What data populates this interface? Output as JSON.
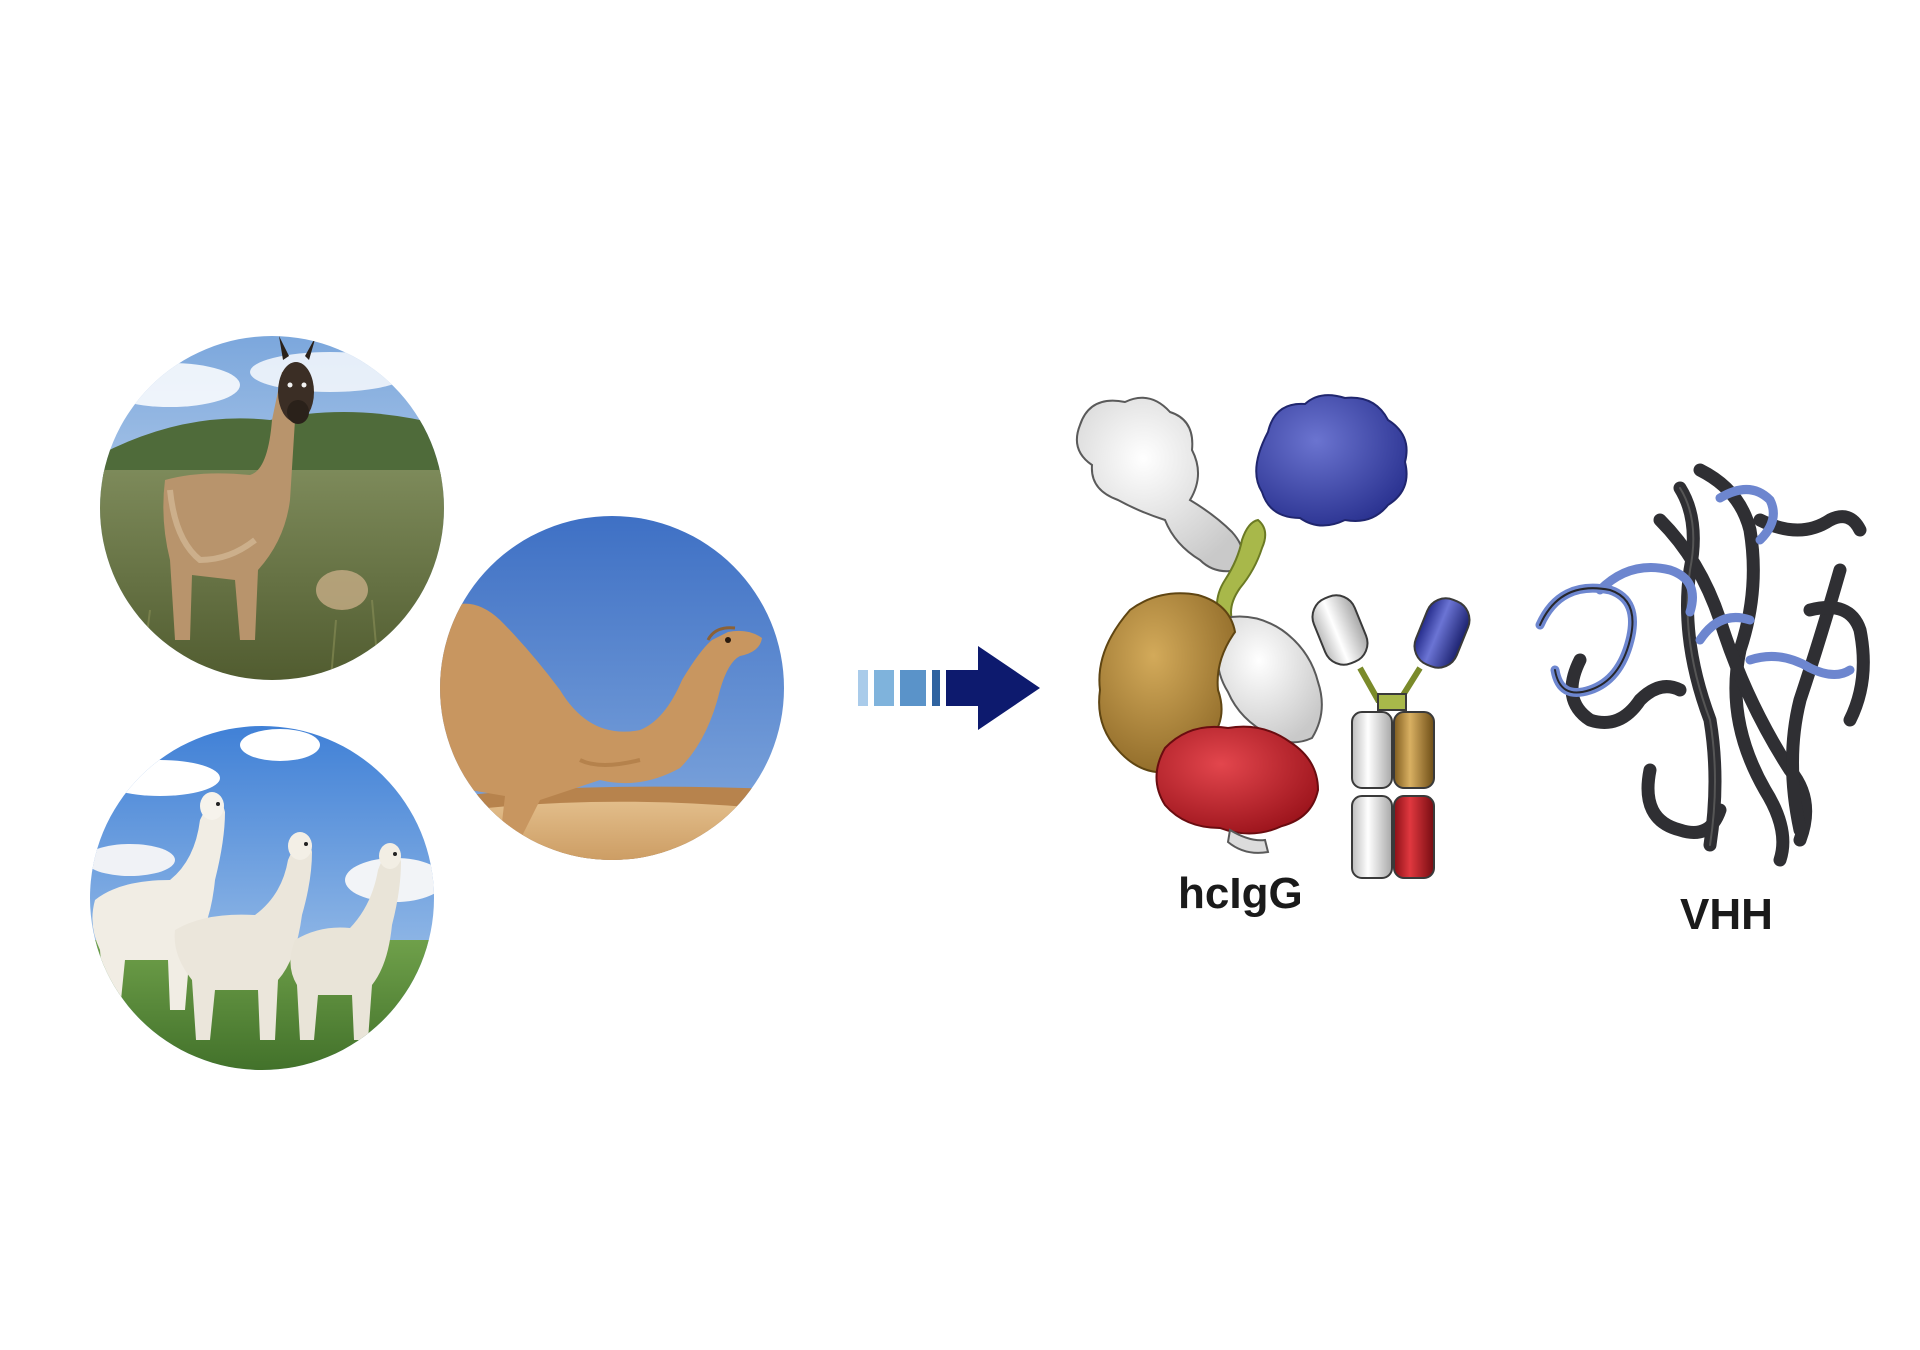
{
  "labels": {
    "hcigg": "hcIgG",
    "vhh": "VHH"
  },
  "colors": {
    "arrow_dark": "#0d1a6e",
    "arrow_step_1": "#7fb3dc",
    "arrow_step_2": "#5a93c9",
    "arrow_step_3": "#2f63a0",
    "domain_blue": "#3b45a8",
    "domain_gold": "#b48a3c",
    "domain_red": "#c4202a",
    "domain_white": "#e6e6e6",
    "hinge_green": "#a8b84a",
    "ribbon_dark": "#2f2f33",
    "ribbon_blue": "#6d86cf",
    "sky": "#5b86cf",
    "sand": "#d7b07c"
  },
  "icons": [
    "llama-photo",
    "camel-photo",
    "alpacas-photo",
    "process-arrow-icon",
    "hcigg-structure",
    "antibody-schematic",
    "vhh-ribbon"
  ]
}
